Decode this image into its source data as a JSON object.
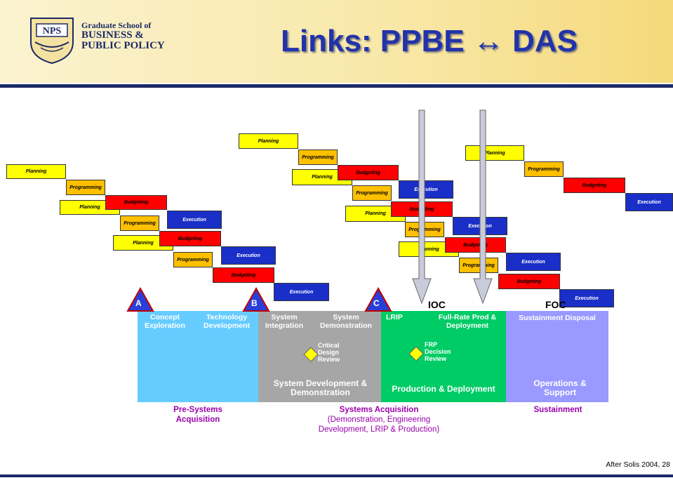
{
  "header": {
    "logo_text": "NPS",
    "school_line1": "Graduate School of",
    "school_line2": "BUSINESS &",
    "school_line3": "PUBLIC POLICY",
    "title": "Links: PPBE ↔ DAS"
  },
  "cycle_labels": {
    "planning": "Planning",
    "programming": "Programming",
    "budgeting": "Budgeting",
    "execution": "Execution"
  },
  "milestones": {
    "a": "A",
    "b": "B",
    "c": "C",
    "ioc": "IOC",
    "foc": "FOC"
  },
  "phases": {
    "concept": "Concept Exploration",
    "tech_dev": "Technology Development",
    "sys_int": "System Integration",
    "sys_demo": "System Demonstration",
    "critical_review": "Critical Design Review",
    "sdd": "System Development & Demonstration",
    "lrip": "LRIP",
    "full_rate": "Full-Rate Prod & Deployment",
    "frp_review": "FRP Decision Review",
    "prod_deploy": "Production & Deployment",
    "sustainment_disposal": "Sustainment Disposal",
    "ops_support": "Operations & Support"
  },
  "categories": {
    "pre_systems": "Pre-Systems Acquisition",
    "systems_acq": "Systems Acquisition",
    "systems_acq_detail": "(Demonstration, Engineering Development, LRIP & Production)",
    "sustainment": "Sustainment"
  },
  "credit": "After Solis 2004, 28",
  "colors": {
    "planning": "#ffff00",
    "programming": "#ffc000",
    "budgeting": "#ff0000",
    "execution": "#1a2fc8",
    "pre_systems_phase": "#66ccff",
    "systems_phase": "#a6a6a6",
    "production_phase": "#00cc66",
    "sustainment_phase": "#9999ff",
    "category_text": "#9900aa",
    "title": "#2233aa"
  }
}
